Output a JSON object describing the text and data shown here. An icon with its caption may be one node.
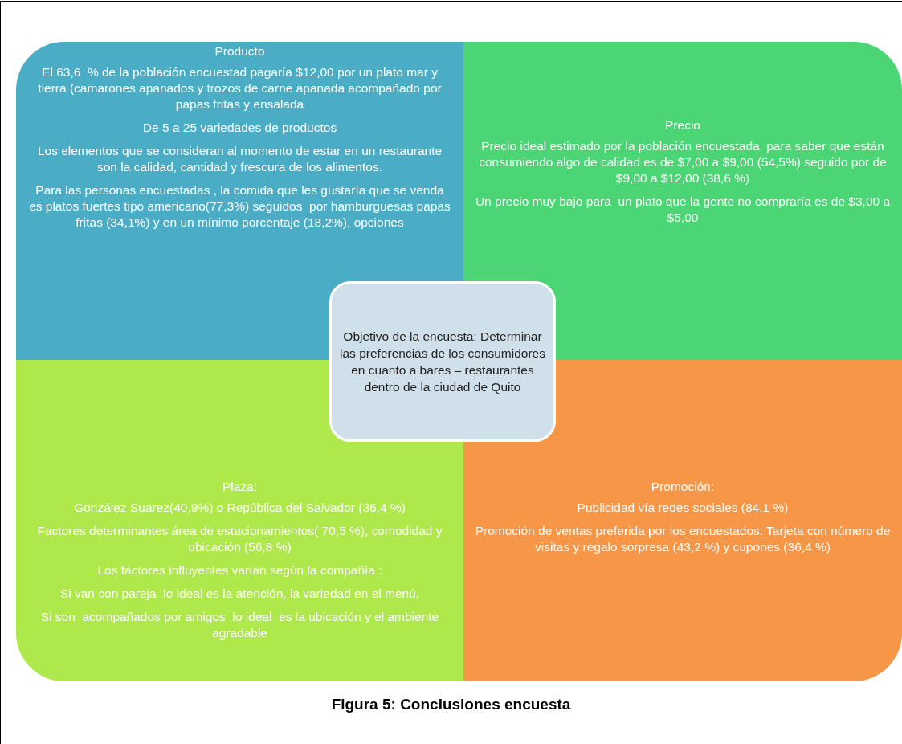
{
  "diagram": {
    "caption": "Figura 5: Conclusiones encuesta",
    "nodes": [
      {
        "text": [
          "Producto",
          "El 63,6  % de la población encuestad pagaría $12,00 por un plato mar y tierra (camarones apanados y trozos de carne apanada acompañado por papas fritas y ensalada",
          "De 5 a 25 variedades de productos",
          "Los elementos que se consideran al momento de estar en un restaurante son la calidad, cantidad y frescura de los alimentos.",
          "Para las personas encuestadas , la comida que les gustaría que se venda es platos fuertes tipo americano(77,3%) seguidos  por hamburguesas papas fritas (34,1%) y en un mínimo porcentaje (18,2%), opciones"
        ]
      },
      {
        "text": [
          "Precio",
          "Precio ideal estimado por la población encuestada  para saber que están consumiendo algo de calidad es de $7,00 a $9,00 (54,5%) seguido por de $9,00 a $12,00 (38,6 %)",
          "Un precio muy bajo para  un plato que la gente no compraría es de $3,00 a $5,00"
        ]
      },
      {
        "text": [
          "Plaza:",
          "González Suarez(40,9%) o República del Salvador (36,4 %)",
          "Factores determinantes área de estacionamientos( 70,5 %), comodidad y ubicación (56,8 %)",
          "Los factores influyentes varían según la compañía :",
          "Si van con pareja  lo ideal es la atención, la variedad en el menú,",
          "Si son  acompañados por amigos  lo ideal  es la ubicación y el ambiente agradable"
        ]
      },
      {
        "text": [
          "Promoción:",
          "Publicidad vía redes sociales (84,1 %)",
          "Promoción de ventas preferida por los encuestados: Tarjeta con número de visitas y regalo sorpresa (43,2 %) y cupones (36,4 %)"
        ]
      },
      {
        "text": [
          "Objetivo de la encuesta: Determinar las preferencias de los consumidores  en cuanto a bares – restaurantes dentro de la ciudad de Quito"
        ]
      }
    ]
  }
}
